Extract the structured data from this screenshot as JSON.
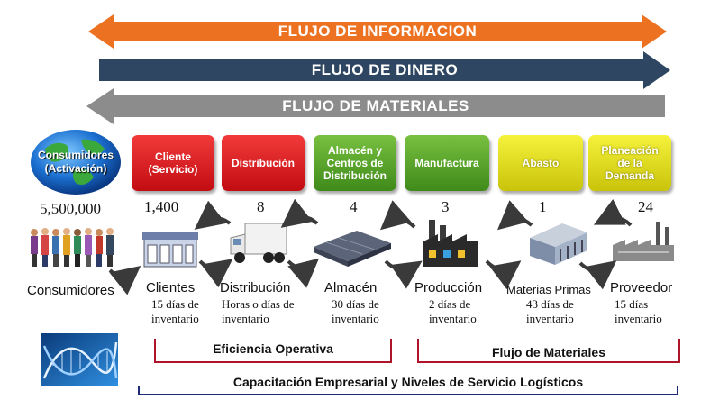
{
  "flows": {
    "information": "FLUJO DE INFORMACION",
    "money": "FLUJO DE DINERO",
    "materials": "FLUJO DE MATERIALES"
  },
  "globe_label": "Consumidores (Activación)",
  "boxes": [
    {
      "label": "Cliente (Servicio)",
      "color": "#e3141c"
    },
    {
      "label": "Distribución",
      "color": "#e3141c"
    },
    {
      "label": "Almacén y Centros de Distribución",
      "color": "#5aa12a"
    },
    {
      "label": "Manufactura",
      "color": "#5aa12a"
    },
    {
      "label": "Abasto",
      "color": "#e7e21a"
    },
    {
      "label": "Planeación de la Demanda",
      "color": "#e7e21a"
    }
  ],
  "numbers": [
    "5,500,000",
    "1,400",
    "8",
    "4",
    "3",
    "1",
    "24"
  ],
  "stages": [
    {
      "name": "Consumidores",
      "detail": ""
    },
    {
      "name": "Clientes",
      "detail": "15 días de inventario"
    },
    {
      "name": "Distribución",
      "detail": "Horas o días de inventario"
    },
    {
      "name": "Almacén",
      "detail": "30 días de inventario"
    },
    {
      "name": "Producción",
      "detail": "2 días de inventario"
    },
    {
      "name": "Materias Primas",
      "detail": "43 días de inventario"
    },
    {
      "name": "Proveedor",
      "detail": "15 días inventario"
    }
  ],
  "brackets": {
    "efficiency": "Eficiencia Operativa",
    "materials": "Flujo de Materiales",
    "training": "Capacitación Empresarial y Niveles de Servicio Logísticos"
  },
  "colors": {
    "info_arrow": "#ec7222",
    "money_arrow": "#2e4661",
    "materials_arrow": "#8c8c8c",
    "bracket_red": "#b0142a",
    "bracket_blue": "#1d2a78"
  }
}
